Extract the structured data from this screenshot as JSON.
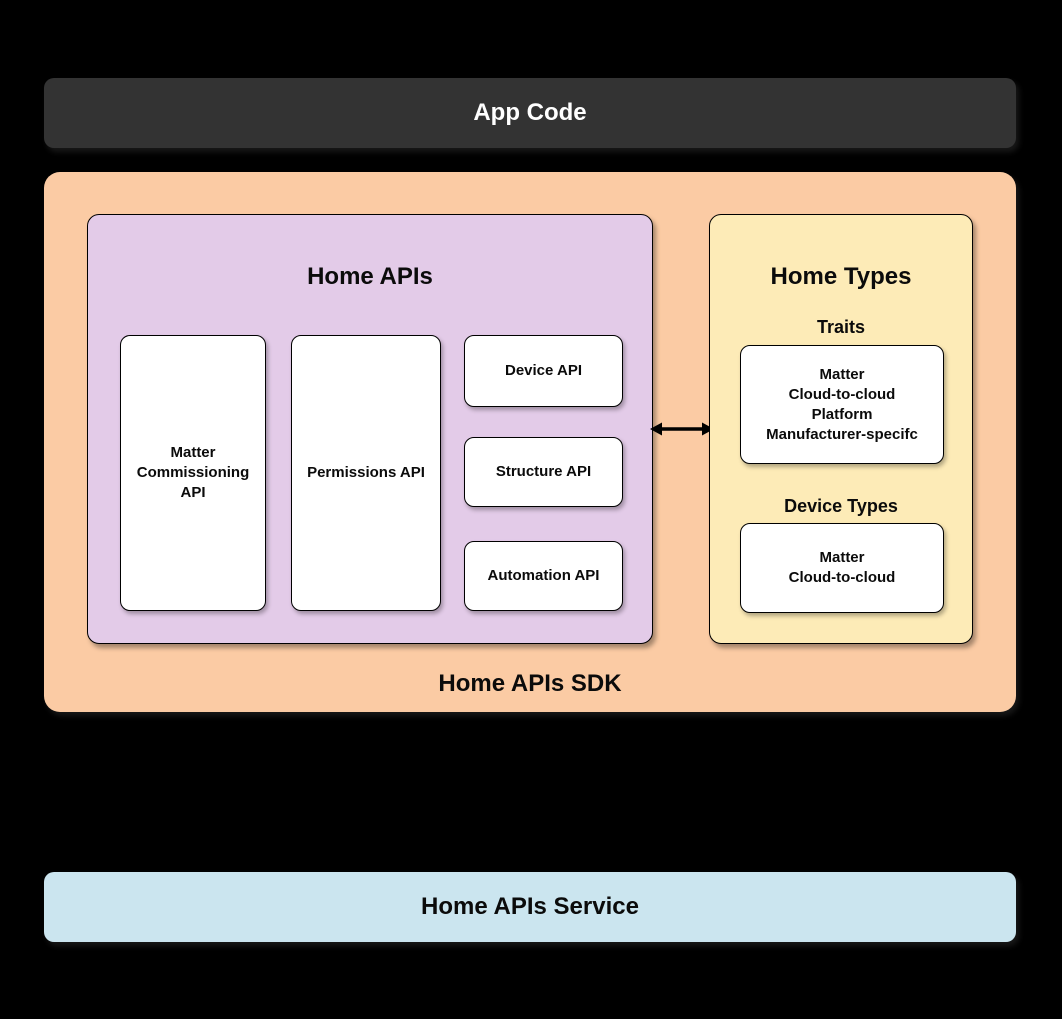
{
  "colors": {
    "background": "#000000",
    "app_code_bg": "#333333",
    "sdk_bg": "#fbcba4",
    "home_apis_bg": "#e3cbe8",
    "home_types_bg": "#fdebb7",
    "service_bg": "#cbe5ef",
    "card_bg": "#ffffff"
  },
  "app_code": {
    "label": "App Code"
  },
  "sdk": {
    "label": "Home APIs SDK",
    "home_apis": {
      "title": "Home APIs",
      "cards": {
        "matter_commissioning": "Matter\nCommissioning\nAPI",
        "permissions": "Permissions API",
        "device": "Device API",
        "structure": "Structure API",
        "automation": "Automation API"
      }
    },
    "arrow_icon": "double-headed-arrow",
    "home_types": {
      "title": "Home Types",
      "traits": {
        "heading": "Traits",
        "lines": [
          "Matter",
          "Cloud-to-cloud",
          "Platform",
          "Manufacturer-specifc"
        ]
      },
      "device_types": {
        "heading": "Device Types",
        "lines": [
          "Matter",
          "Cloud-to-cloud"
        ]
      }
    }
  },
  "service": {
    "label": "Home APIs Service"
  }
}
